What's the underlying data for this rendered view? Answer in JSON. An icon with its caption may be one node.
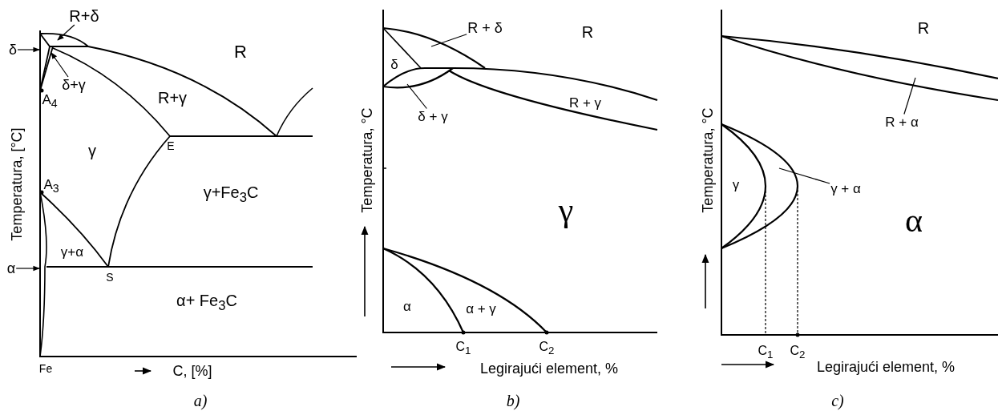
{
  "diagram": {
    "nodes": [
      {
        "text": [
          "R+δ"
        ]
      },
      {
        "text": [
          "δ+γ"
        ]
      },
      {
        "text": [
          "δ"
        ]
      },
      {
        "text": [
          "α"
        ]
      },
      {
        "text": [
          "R + δ"
        ]
      },
      {
        "text": [
          "δ + γ"
        ]
      },
      {
        "text": [
          "R + α"
        ]
      },
      {
        "text": [
          "γ + α"
        ]
      }
    ],
    "edges": [
      {
        "from": 0,
        "to": null,
        "arrow": "to"
      },
      {
        "from": 1,
        "to": null,
        "arrow": "to"
      },
      {
        "from": 2,
        "to": null,
        "arrow": "to"
      },
      {
        "from": 3,
        "to": null,
        "arrow": "to"
      },
      {
        "from": 4,
        "to": null,
        "arrow": "none"
      },
      {
        "from": 5,
        "to": null,
        "arrow": "none"
      },
      {
        "from": 6,
        "to": null,
        "arrow": "none"
      },
      {
        "from": 7,
        "to": null,
        "arrow": "none"
      }
    ],
    "labels": [
      "R",
      "R+γ",
      "A$_{4}$",
      "γ",
      "E",
      "γ+Fe$_{3}$C",
      "A$_{3}$",
      "γ+α",
      "S",
      "α+ Fe$_{3}$C",
      "Fe",
      "C, [%]",
      "Temperatura, [°C]",
      "a)",
      "R",
      "δ",
      "R + γ",
      "γ",
      "α",
      "α + γ",
      "C$_{1}$",
      "C$_{2}$",
      "Temperatura, °C",
      "Legirajući element, %",
      "b)",
      "R",
      "Temperatura, °C",
      "γ",
      "α",
      "C$_{1}$",
      "C$_{2}$",
      "Legirajući element, %",
      "c)"
    ]
  }
}
